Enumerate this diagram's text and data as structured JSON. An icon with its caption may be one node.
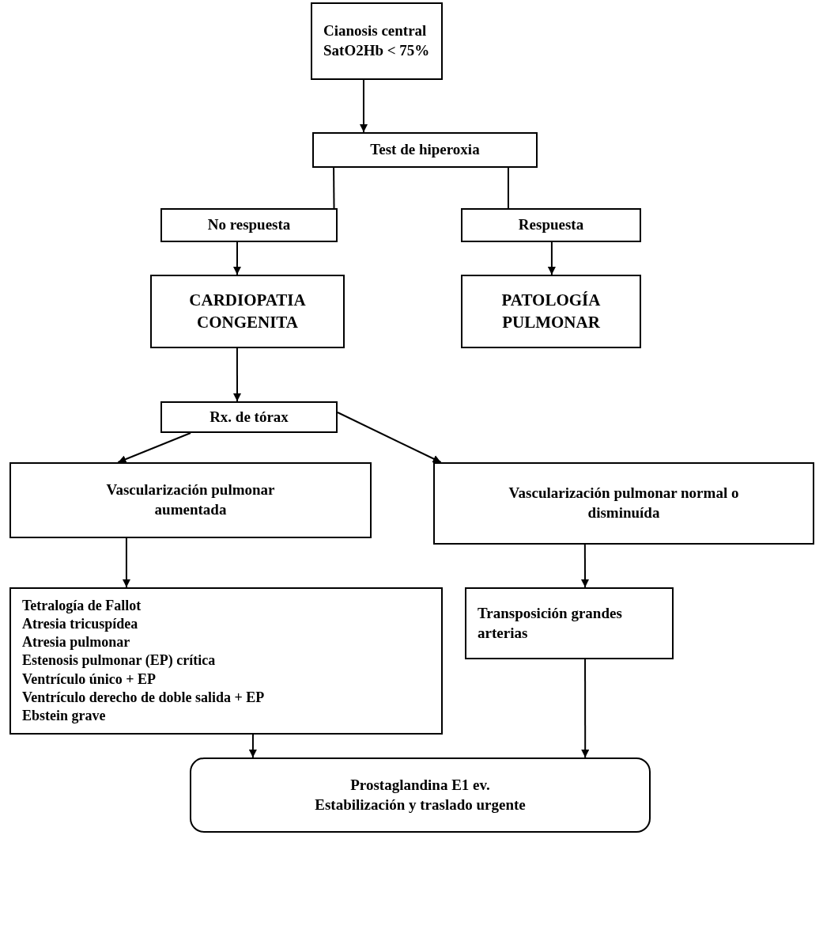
{
  "diagram": {
    "nodes": [
      {
        "text": [
          "Cianosis central",
          "SatO2Hb < 75%"
        ]
      },
      {
        "text": [
          "Test de hiperoxia"
        ]
      },
      {
        "text": [
          "No respuesta"
        ]
      },
      {
        "text": [
          "Respuesta"
        ]
      },
      {
        "text": [
          "CARDIOPATIA CONGENITA"
        ]
      },
      {
        "text": [
          "PATOLOGÍA PULMONAR"
        ]
      },
      {
        "text": [
          "Rx. de tórax"
        ]
      },
      {
        "text": [
          "Vascularización pulmonar aumentada"
        ]
      },
      {
        "text": [
          "Vascularización pulmonar normal o disminuída"
        ]
      },
      {
        "text": [
          "Tetralogía de Fallot",
          "Atresia tricuspídea",
          "Atresia pulmonar",
          "Estenosis pulmonar  (EP) crítica",
          "Ventrículo único + EP",
          "Ventrículo derecho de doble salida + EP",
          "Ebstein grave"
        ]
      },
      {
        "text": [
          "Transposición grandes arterias"
        ]
      },
      {
        "text": [
          "Prostaglandina E1 ev.",
          "Estabilización y traslado urgente"
        ]
      }
    ],
    "edges": [
      {
        "from": 0,
        "to": 1,
        "arrow": "to"
      },
      {
        "from": 1,
        "to": 2,
        "arrow": "none"
      },
      {
        "from": 1,
        "to": 3,
        "arrow": "none"
      },
      {
        "from": 2,
        "to": 4,
        "arrow": "to"
      },
      {
        "from": 3,
        "to": 5,
        "arrow": "to"
      },
      {
        "from": 4,
        "to": 6,
        "arrow": "to"
      },
      {
        "from": 6,
        "to": 7,
        "arrow": "to"
      },
      {
        "from": 6,
        "to": 8,
        "arrow": "to"
      },
      {
        "from": 7,
        "to": 9,
        "arrow": "to"
      },
      {
        "from": 8,
        "to": 10,
        "arrow": "to"
      },
      {
        "from": 9,
        "to": 11,
        "arrow": "to"
      },
      {
        "from": 10,
        "to": 11,
        "arrow": "to"
      }
    ]
  }
}
